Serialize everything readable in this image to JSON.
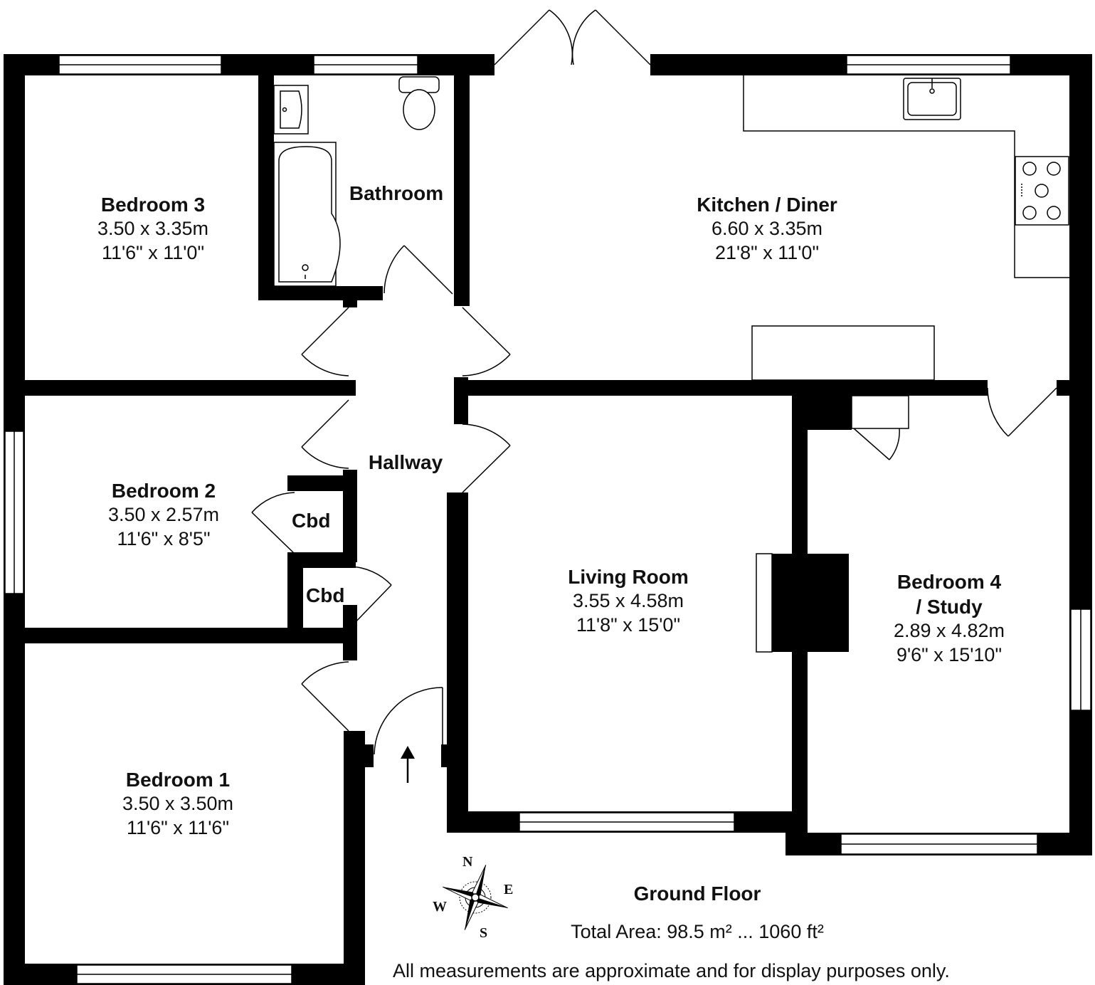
{
  "rooms": {
    "bedroom3": {
      "name": "Bedroom 3",
      "metric": "3.50 x 3.35m",
      "imperial": "11'6\" x 11'0\""
    },
    "bathroom": {
      "name": "Bathroom"
    },
    "kitchen": {
      "name": "Kitchen / Diner",
      "metric": "6.60 x 3.35m",
      "imperial": "21'8\" x 11'0\""
    },
    "bedroom2": {
      "name": "Bedroom 2",
      "metric": "3.50 x 2.57m",
      "imperial": "11'6\" x 8'5\""
    },
    "hallway": {
      "name": "Hallway"
    },
    "cupboard_upper": {
      "name": "Cbd"
    },
    "cupboard_lower": {
      "name": "Cbd"
    },
    "living": {
      "name": "Living Room",
      "metric": "3.55 x 4.58m",
      "imperial": "11'8\" x 15'0\""
    },
    "bedroom4": {
      "name_line1": "Bedroom 4",
      "name_line2": "/ Study",
      "metric": "2.89 x 4.82m",
      "imperial": "9'6\" x 15'10\""
    },
    "bedroom1": {
      "name": "Bedroom 1",
      "metric": "3.50 x 3.50m",
      "imperial": "11'6\" x 11'6\""
    }
  },
  "compass": {
    "n": "N",
    "e": "E",
    "s": "S",
    "w": "W"
  },
  "footer": {
    "title": "Ground Floor",
    "area": "Total Area: 98.5 m² ... 1060 ft²",
    "note": "All measurements are approximate and for display purposes only."
  }
}
